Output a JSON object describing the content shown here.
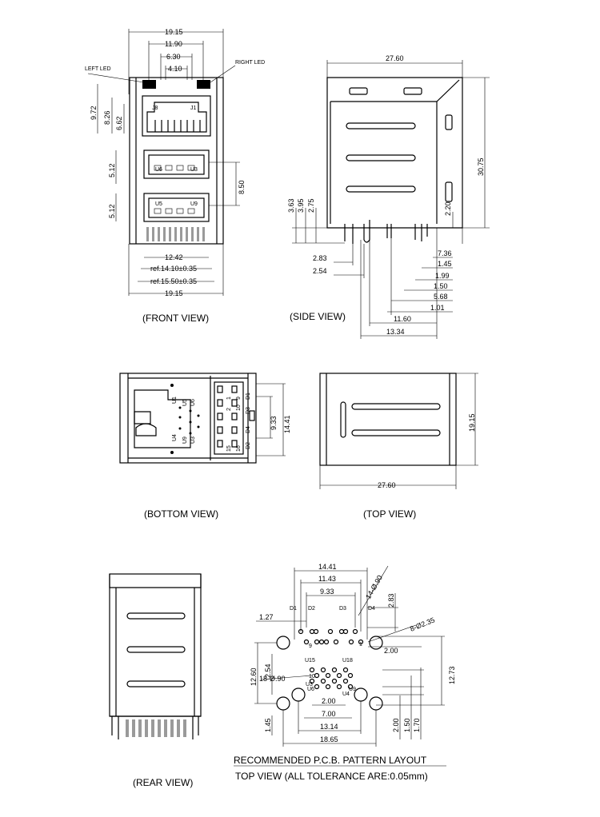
{
  "views": {
    "front": "(FRONT VIEW)",
    "side": "(SIDE  VIEW)",
    "bottom": "(BOTTOM  VIEW)",
    "top": "(TOP VIEW)",
    "rear": "(REAR VIEW)"
  },
  "front": {
    "dims": [
      "19.15",
      "11.90",
      "6.30",
      "4.10",
      "9.72",
      "8.26",
      "6.62",
      "5.12",
      "8.50",
      "5.12",
      "12.42",
      "ref.14.10±0.35",
      "ref.15.50±0.35",
      "19.15"
    ],
    "labels": [
      "LEFT LED",
      "RIGHT LED",
      "J8",
      "J1",
      "U6",
      "U3",
      "U5",
      "U9"
    ]
  },
  "side": {
    "dims": [
      "27.60",
      "30.75",
      "3.63",
      "3.95",
      "2.75",
      "2.20",
      "2.83",
      "2.54",
      "7.36",
      "1.45",
      "1.99",
      "1.50",
      "5.68",
      "1.01",
      "11.60",
      "13.34"
    ]
  },
  "bottom": {
    "dims": [
      "9.33",
      "14.41"
    ],
    "pins": [
      "U1",
      "U5",
      "U6",
      "U4",
      "U9",
      "U3",
      "D1",
      "D3",
      "D4",
      "D2",
      "1",
      "2",
      "9",
      "10",
      "15",
      "16"
    ]
  },
  "top": {
    "dims": [
      "19.15",
      "27.60"
    ]
  },
  "pcb": {
    "title": "RECOMMENDED P.C.B. PATTERN LAYOUT",
    "subtitle": "TOP VIEW (ALL TOLERANCE ARE:0.05mm)",
    "dims": [
      "14.41",
      "11.43",
      "9.33",
      "1.27",
      "2.83",
      "14-Ø.90",
      "8-Ø2.35",
      "2.00",
      "12.60",
      "2.54",
      "18-Ø.90",
      "12.73",
      "2.00",
      "7.00",
      "13.14",
      "18.65",
      "1.45",
      "2.00",
      "1.50",
      "1.70"
    ],
    "labels": [
      "D1",
      "D2",
      "D3",
      "D4",
      "U15",
      "U18",
      "U6",
      "U9",
      "U3",
      "U4",
      "1",
      "9",
      "10"
    ]
  }
}
